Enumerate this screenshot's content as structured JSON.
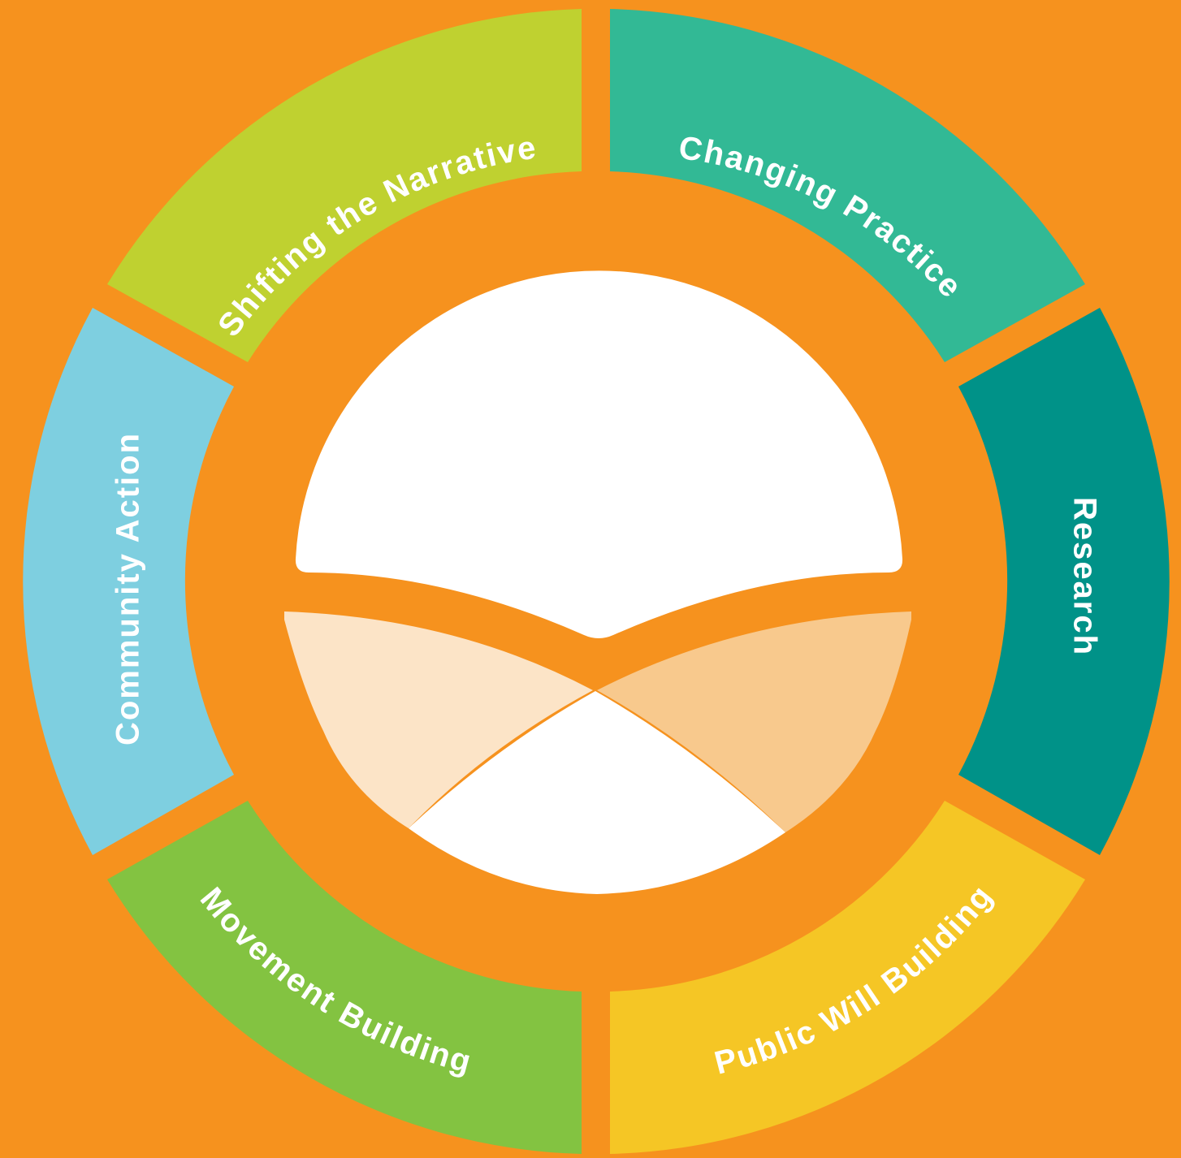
{
  "background_color": "#F6921E",
  "segments": [
    {
      "label": "Shifting the Narrative",
      "color": "#BFD130"
    },
    {
      "label": "Changing Practice",
      "color": "#32B995"
    },
    {
      "label": "Research",
      "color": "#009288"
    },
    {
      "label": "Public Will Building",
      "color": "#F5C625"
    },
    {
      "label": "Movement Building",
      "color": "#83C341"
    },
    {
      "label": "Community Action",
      "color": "#7ECFE0"
    }
  ],
  "logo": {
    "colors": {
      "top": "#FFFFFF",
      "left": "#FCE4C7",
      "right": "#F8C98D",
      "bottom": "#FFFFFF"
    }
  }
}
